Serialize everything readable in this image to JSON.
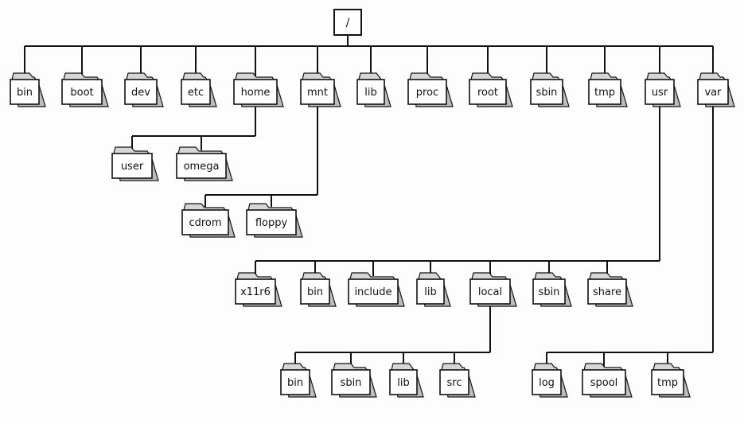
{
  "colors": {
    "line": "#111111",
    "folder_fill": "#ffffff",
    "folder_tab": "#d6d6d6",
    "folder_back": "#bdbdbd"
  },
  "root": {
    "label": "/",
    "icon": "root-node"
  },
  "top_level": [
    "bin",
    "boot",
    "dev",
    "etc",
    "home",
    "mnt",
    "lib",
    "proc",
    "root",
    "sbin",
    "tmp",
    "usr",
    "var"
  ],
  "home_children": [
    "user",
    "omega"
  ],
  "mnt_children": [
    "cdrom",
    "floppy"
  ],
  "usr_children": [
    "x11r6",
    "bin",
    "include",
    "lib",
    "local",
    "sbin",
    "share"
  ],
  "local_children": [
    "bin",
    "sbin",
    "lib",
    "src"
  ],
  "var_children": [
    "log",
    "spool",
    "tmp"
  ]
}
